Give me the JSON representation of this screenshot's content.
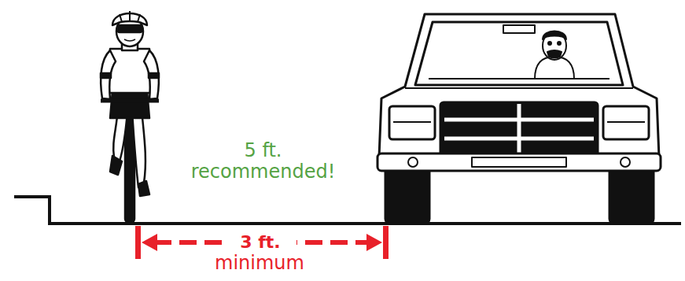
{
  "diagram": {
    "labels": [
      "5 ft. recommended!",
      "3 ft.",
      "minimum"
    ]
  }
}
